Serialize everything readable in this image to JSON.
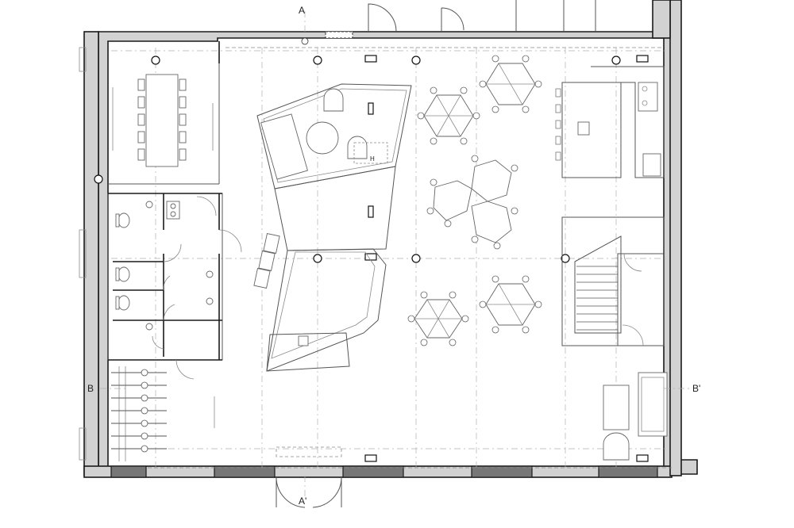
{
  "section_markers": {
    "a_top": "A",
    "a_bottom": "A'",
    "b_left": "B",
    "b_right": "B'"
  },
  "small_marks": {
    "h_mark": "H"
  }
}
